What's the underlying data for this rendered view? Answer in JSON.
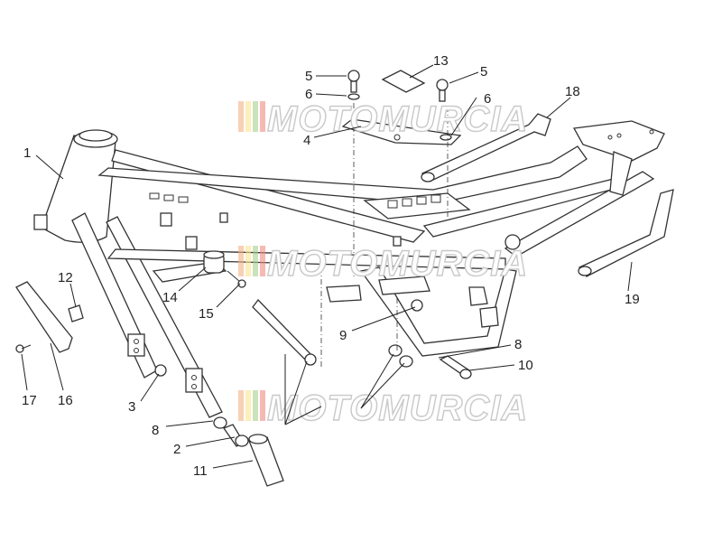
{
  "watermark": {
    "text": "MOTOMURCIA",
    "stripe_colors": [
      "#f4b183",
      "#fbe38e",
      "#a9d18e",
      "#f28b82"
    ]
  },
  "callouts": {
    "c1": "1",
    "c2": "2",
    "c3": "3",
    "c4": "4",
    "c5a": "5",
    "c5b": "5",
    "c6a": "6",
    "c6b": "6",
    "c8a": "8",
    "c8b": "8",
    "c9": "9",
    "c10": "10",
    "c11": "11",
    "c12": "12",
    "c13": "13",
    "c14": "14",
    "c15": "15",
    "c16": "16",
    "c17": "17",
    "c18": "18",
    "c19": "19"
  }
}
